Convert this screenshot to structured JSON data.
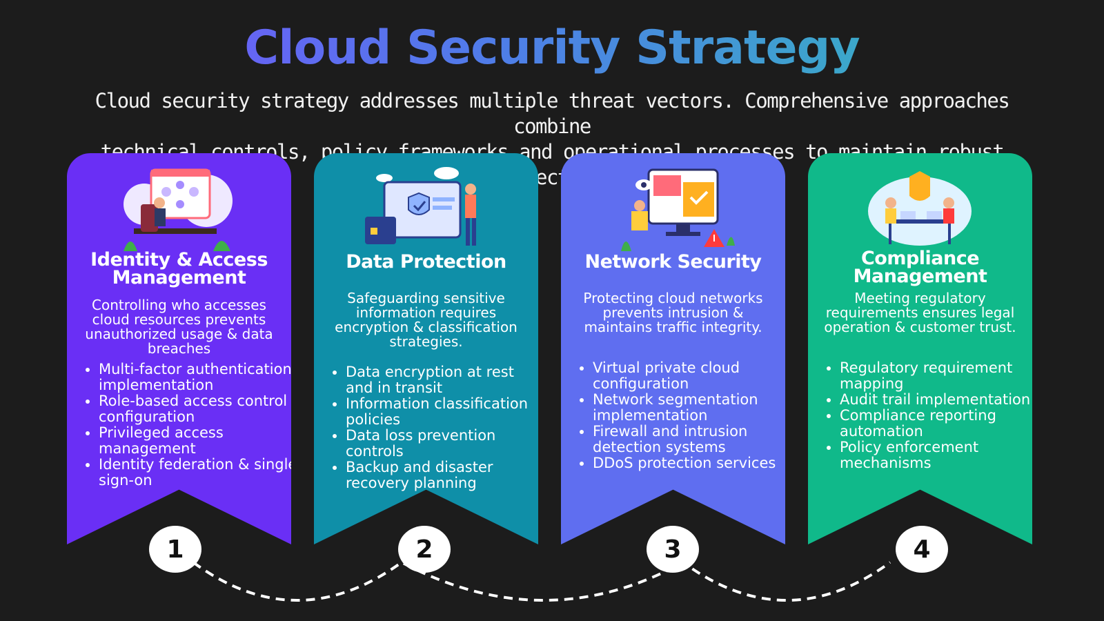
{
  "title": "Cloud Security Strategy",
  "subtitle_line1": "Cloud security strategy addresses multiple threat vectors. Comprehensive approaches combine",
  "subtitle_line2": "technical controls, policy frameworks and operational processes to maintain robust protection.",
  "cards": [
    {
      "title": "Identity & Access Management",
      "description": "Controlling who accesses cloud resources prevents unauthorized usage & data breaches",
      "bullets": [
        "Multi-factor authentication implementation",
        "Role-based access control configuration",
        "Privileged access management",
        "Identity federation & single sign-on"
      ],
      "number": "1",
      "color": "#6a2ff5",
      "illustration": "access-management-illustration-icon"
    },
    {
      "title": "Data Protection",
      "description": "Safeguarding sensitive information requires encryption & classification strategies.",
      "bullets": [
        "Data encryption at rest and in transit",
        "Information classification policies",
        "Data loss prevention controls",
        "Backup and disaster recovery planning"
      ],
      "number": "2",
      "color": "#0f8fa8",
      "illustration": "data-protection-illustration-icon"
    },
    {
      "title": "Network Security",
      "description": "Protecting cloud networks prevents intrusion & maintains traffic integrity.",
      "bullets": [
        "Virtual private cloud configuration",
        "Network segmentation implementation",
        "Firewall and intrusion detection systems",
        "DDoS protection services"
      ],
      "number": "3",
      "color": "#5f6ef0",
      "illustration": "network-security-illustration-icon"
    },
    {
      "title": "Compliance Management",
      "description": "Meeting regulatory requirements ensures legal operation & customer trust.",
      "bullets": [
        "Regulatory requirement mapping",
        "Audit trail implementation",
        "Compliance reporting automation",
        "Policy enforcement mechanisms"
      ],
      "number": "4",
      "color": "#10b98a",
      "illustration": "compliance-illustration-icon"
    }
  ]
}
